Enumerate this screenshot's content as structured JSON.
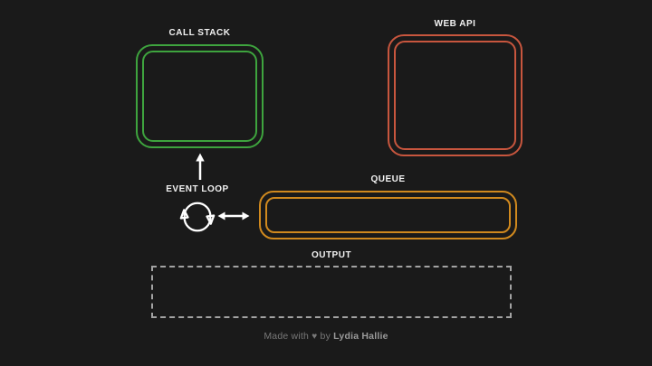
{
  "colors": {
    "bg": "#1a1a1a",
    "call-stack": "#3ea43e",
    "web-api": "#c8563e",
    "queue": "#d0891e",
    "output": "#a3a3a3",
    "label": "#f2f2f2",
    "arrow": "#ffffff",
    "footer": "#787878",
    "footer-strong": "#9a9a9a"
  },
  "labels": {
    "call_stack": "CALL STACK",
    "web_api": "WEB API",
    "queue": "QUEUE",
    "output": "OUTPUT",
    "event_loop": "EVENT LOOP"
  },
  "footer": {
    "made_with": "Made with",
    "heart": "♥",
    "by": "by",
    "author": "Lydia Hallie"
  }
}
